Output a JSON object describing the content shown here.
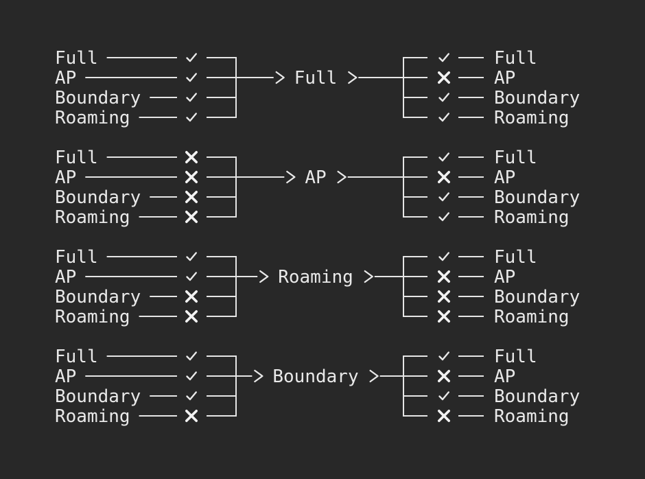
{
  "app": {
    "background_color": "#282828",
    "foreground_color": "#e9e9e9",
    "description": "state transition diagram"
  },
  "states": [
    "Full",
    "AP",
    "Boundary",
    "Roaming"
  ],
  "mark_glyphs": {
    "check": "✓",
    "cross": "✕"
  },
  "groups": [
    {
      "center": "Full",
      "inputs": [
        "check",
        "check",
        "check",
        "check"
      ],
      "outputs": [
        "check",
        "cross",
        "check",
        "check"
      ]
    },
    {
      "center": "AP",
      "inputs": [
        "cross",
        "cross",
        "cross",
        "cross"
      ],
      "outputs": [
        "check",
        "cross",
        "check",
        "check"
      ]
    },
    {
      "center": "Roaming",
      "inputs": [
        "check",
        "check",
        "cross",
        "cross"
      ],
      "outputs": [
        "check",
        "cross",
        "cross",
        "cross"
      ]
    },
    {
      "center": "Boundary",
      "inputs": [
        "check",
        "check",
        "check",
        "cross"
      ],
      "outputs": [
        "check",
        "cross",
        "check",
        "cross"
      ]
    }
  ]
}
